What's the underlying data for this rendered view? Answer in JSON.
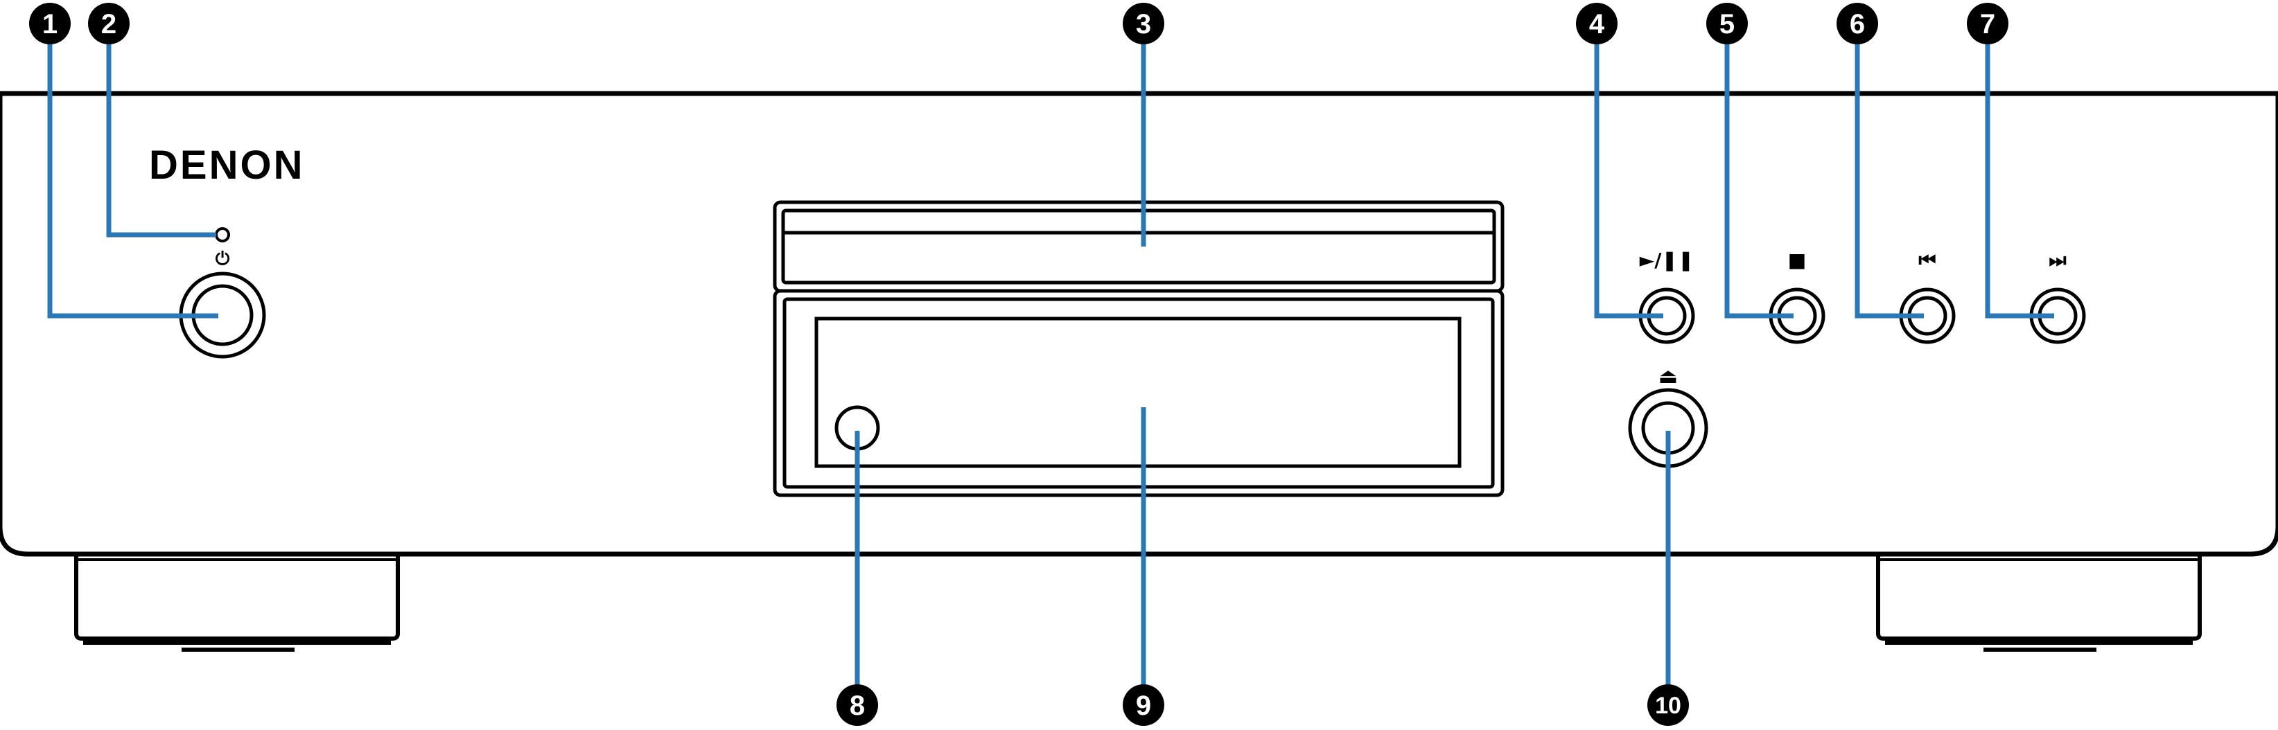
{
  "brand": "DENON",
  "colors": {
    "outline": "#000000",
    "leader": "#2b78b6",
    "badge_fill": "#000000",
    "badge_text": "#ffffff"
  },
  "symbols": {
    "power": "⏻",
    "play_pause": "►/❚❚",
    "stop": "■",
    "previous": "⏮",
    "next": "⏭",
    "eject": "⏏"
  },
  "callouts": [
    "1",
    "2",
    "3",
    "4",
    "5",
    "6",
    "7",
    "8",
    "9",
    "10"
  ]
}
